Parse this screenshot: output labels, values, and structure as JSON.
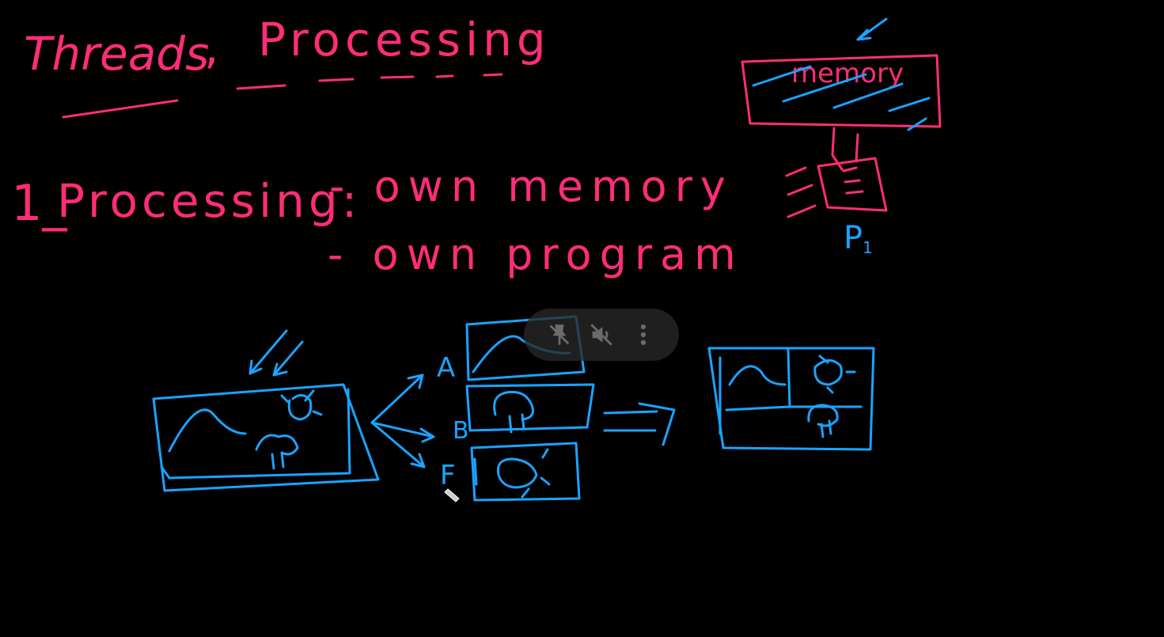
{
  "board": {
    "title_threads": "Threads",
    "title_sep": ",",
    "title_processing": "Processing",
    "point_number": "1_",
    "point_label": "Processing:",
    "bullet_1": "- own memory",
    "bullet_2": "- own program",
    "memory_label": "memory",
    "process_label": "P",
    "process_subscript": "1",
    "split_label_a": "A",
    "split_label_b": "B",
    "split_label_f": "F"
  },
  "overlay": {
    "buttons": [
      "pin-off-icon",
      "volume-off-icon",
      "more-vert-icon"
    ]
  },
  "colors": {
    "background": "#000000",
    "pink_ink": "#ff2d78",
    "blue_ink": "#1aa3ff",
    "overlay_bg": "#282828"
  }
}
